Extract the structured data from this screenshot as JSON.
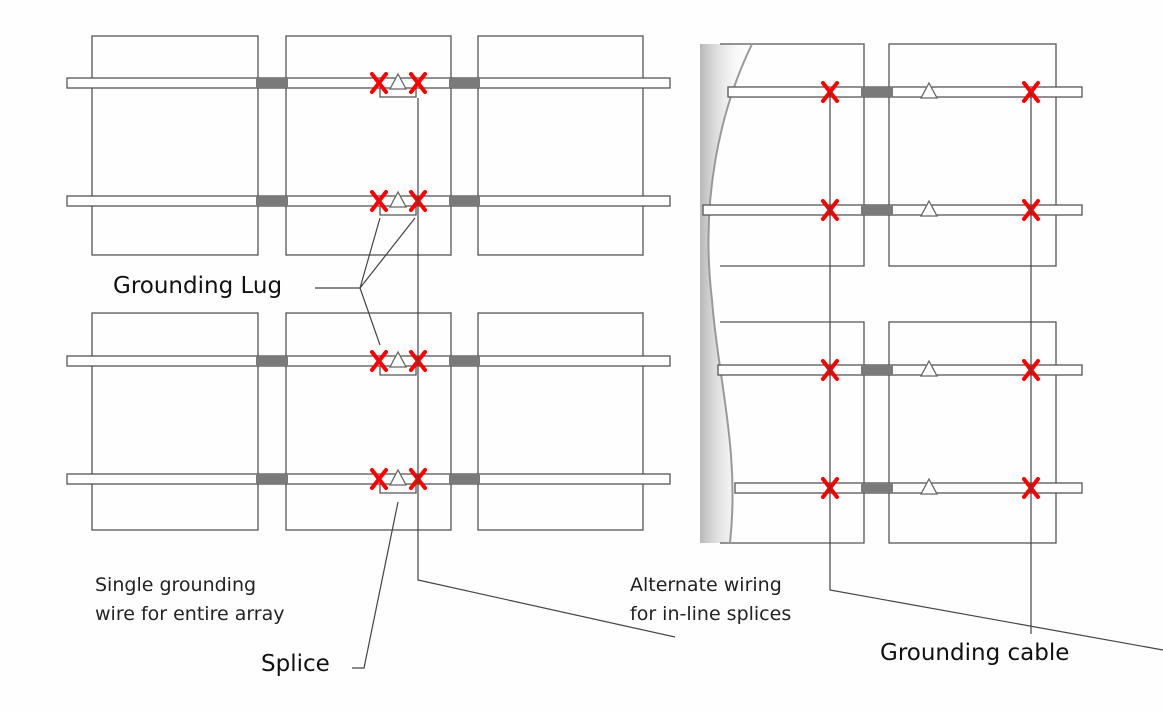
{
  "labels": {
    "grounding_lug": "Grounding Lug",
    "single_wire_line1": "Single grounding",
    "single_wire_line2": "wire for entire array",
    "splice": "Splice",
    "alternate_line1": "Alternate wiring",
    "alternate_line2": "for in-line splices",
    "grounding_cable": "Grounding cable"
  },
  "colors": {
    "lines": "#555555",
    "ground_marks": "#ff0000",
    "splice_blocks": "#7a7a7a",
    "edge_shadow": "#bbbbbb"
  },
  "icons": {
    "ground_connection": "red-x-icon",
    "lug": "triangle-icon"
  }
}
